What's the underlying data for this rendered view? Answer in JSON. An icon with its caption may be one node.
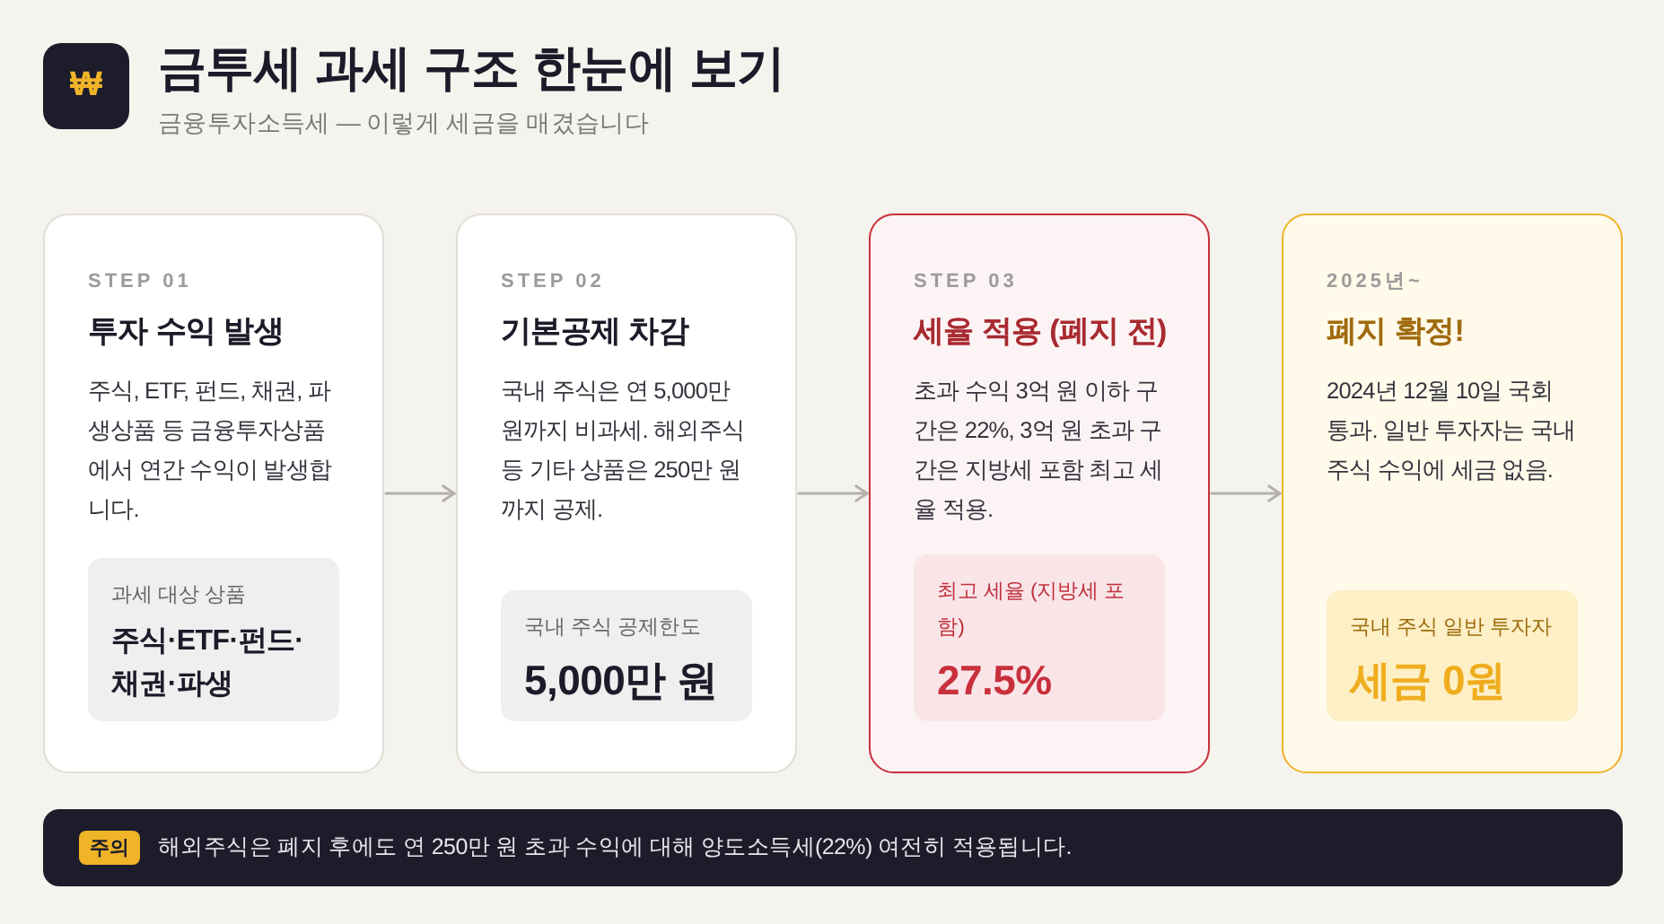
{
  "diagram": {
    "title": "금투세 과세 구조 한눈에 보기",
    "nodes": [
      {
        "text": [
          "STEP 01",
          "투자 수익 발생",
          "주식, ETF, 펀드, 채권, 파생상품 등 금융투자상품에서 연간 수익이 발생합니다."
        ]
      },
      {
        "text": [
          "과세 대상 상품",
          "주식·ETF·펀드·채권·파생"
        ],
        "in": 0
      },
      {
        "text": [
          "STEP 02",
          "기본공제 차감",
          "국내 주식은 연 5,000만 원까지 비과세. 해외주식 등 기타 상품은 250만 원까지 공제."
        ]
      },
      {
        "text": [
          "국내 주식 공제한도",
          "5,000만 원"
        ],
        "in": 2
      },
      {
        "text": [
          "STEP 03",
          "세율 적용 (폐지 전)",
          "초과 수익 3억 원 이하 구간은 22%, 3억 원 초과 구간은 지방세 포함 최고 세율 적용."
        ]
      },
      {
        "text": [
          "최고 세율 (지방세 포함)",
          "27.5%"
        ],
        "in": 4
      },
      {
        "text": [
          "2025년~",
          "폐지 확정!",
          "2024년 12월 10일 국회 통과. 일반 투자자는 국내 주식 수익에 세금 없음."
        ]
      },
      {
        "text": [
          "국내 주식 일반 투자자",
          "세금 0원"
        ],
        "in": 6
      },
      {
        "text": [
          "해외주식은 폐지 후에도 연 250만 원 초과 수익에 대해 양도소득세(22%) 여전히 적용됩니다."
        ]
      },
      {
        "text": [
          "주의"
        ],
        "in": 8
      }
    ],
    "edges": [
      {
        "from": 0,
        "to": 2,
        "arrow": "to"
      },
      {
        "from": 2,
        "to": 4,
        "arrow": "to"
      },
      {
        "from": 4,
        "to": 6,
        "arrow": "to"
      }
    ],
    "labels": [
      "₩",
      "금융투자소득세 — 이렇게 세금을 매겼습니다"
    ]
  }
}
